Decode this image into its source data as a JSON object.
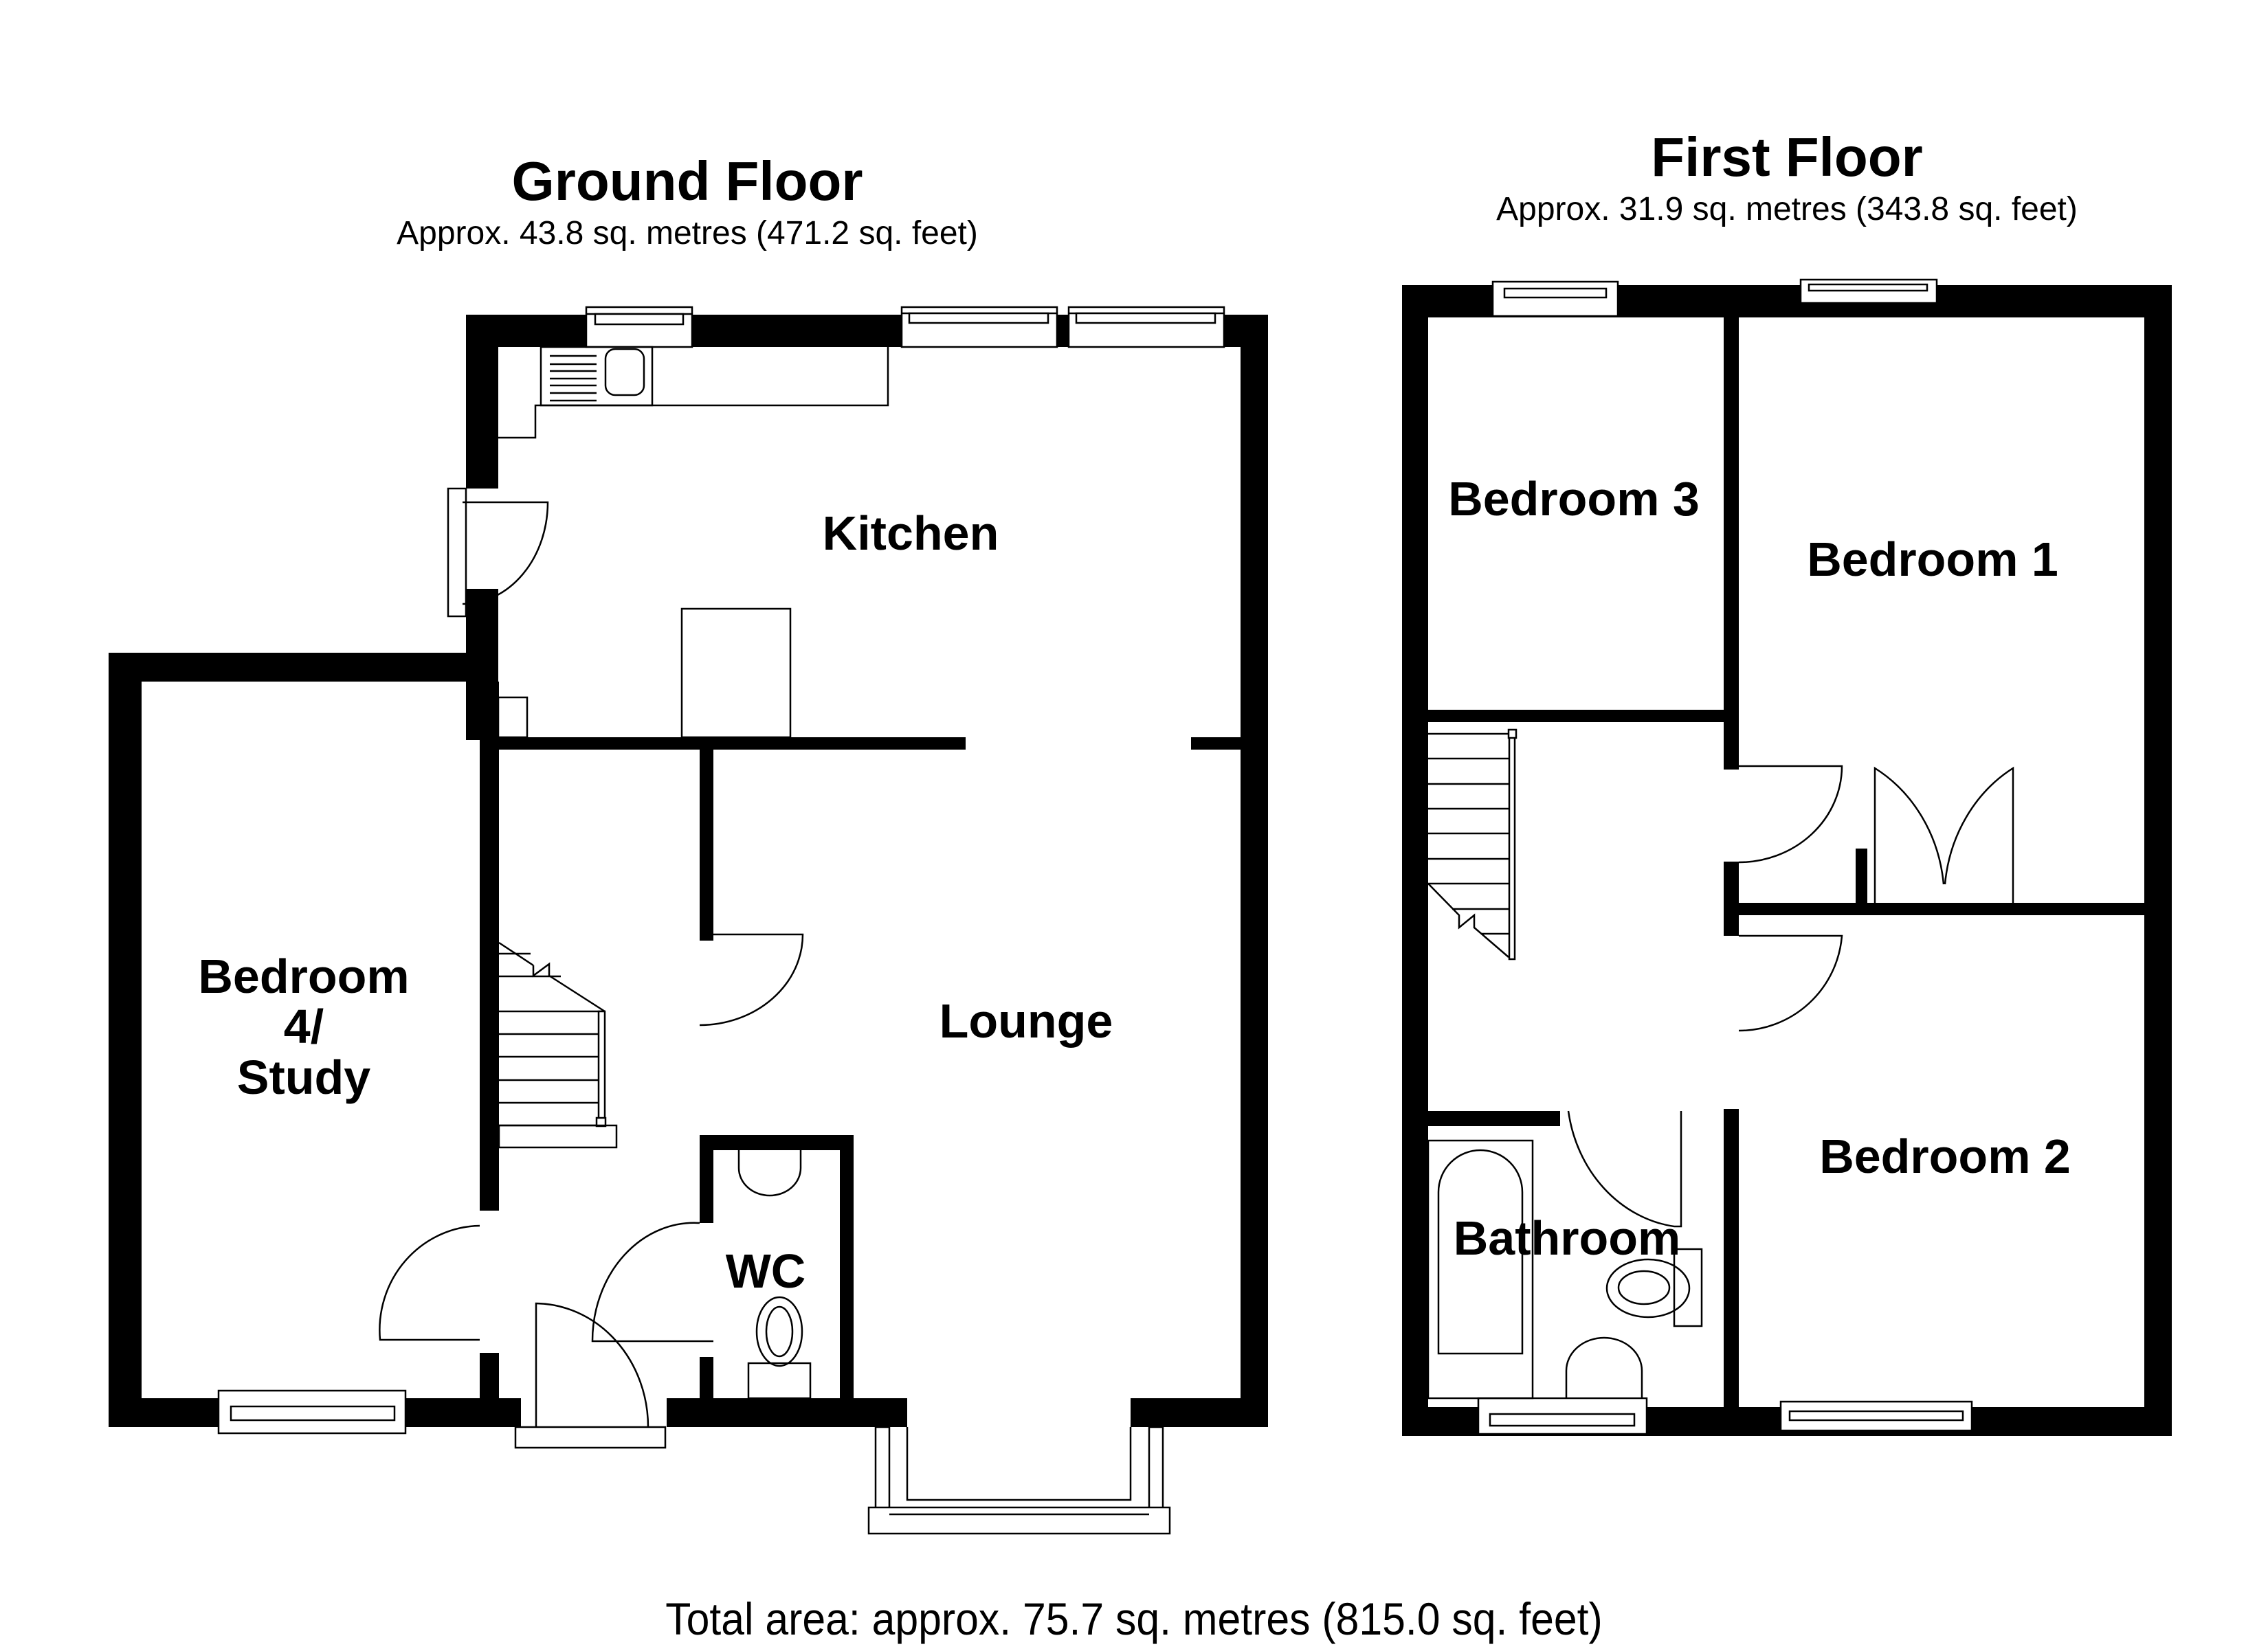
{
  "ground_floor": {
    "title": "Ground Floor",
    "area": "Approx. 43.8 sq. metres (471.2 sq. feet)",
    "rooms": {
      "kitchen": "Kitchen",
      "lounge": "Lounge",
      "bedroom4_line1": "Bedroom",
      "bedroom4_line2": "4/",
      "bedroom4_line3": "Study",
      "wc": "WC"
    }
  },
  "first_floor": {
    "title": "First Floor",
    "area": "Approx. 31.9 sq. metres (343.8 sq. feet)",
    "rooms": {
      "bedroom1": "Bedroom 1",
      "bedroom2": "Bedroom 2",
      "bedroom3": "Bedroom 3",
      "bathroom": "Bathroom"
    }
  },
  "total_area": "Total area: approx. 75.7 sq. metres (815.0 sq. feet)",
  "colors": {
    "wall": "#000000",
    "background": "#ffffff"
  }
}
